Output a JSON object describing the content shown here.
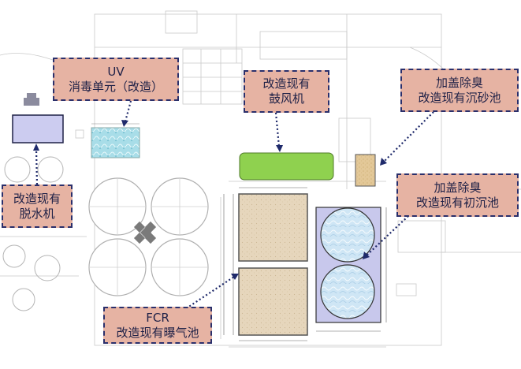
{
  "callouts": {
    "uv": {
      "line1": "UV",
      "line2": "消毒单元（改造）"
    },
    "blower": {
      "line1": "改造现有",
      "line2": "鼓风机"
    },
    "grit": {
      "line1": "加盖除臭",
      "line2": "改造现有沉砂池"
    },
    "dewater": {
      "line1": "改造现有",
      "line2": "脱水机"
    },
    "primary": {
      "line1": "加盖除臭",
      "line2": "改造现有初沉池"
    },
    "fcr": {
      "line1": "FCR",
      "line2": "改造现有曝气池"
    }
  },
  "colors": {
    "callout_fill": "#e6b3a3",
    "callout_border": "#2a2f6b",
    "leader": "#1f2a6b",
    "dewater_unit": "#ccccf0",
    "uv_unit": "#a8dde8",
    "blower_unit": "#8fd14f",
    "grit_unit": "#e3c898",
    "aeration_tank": "#e6d6bc",
    "primary_tank_frame": "#c8c8ec",
    "clarifier_fill": "#c9e4f4"
  }
}
